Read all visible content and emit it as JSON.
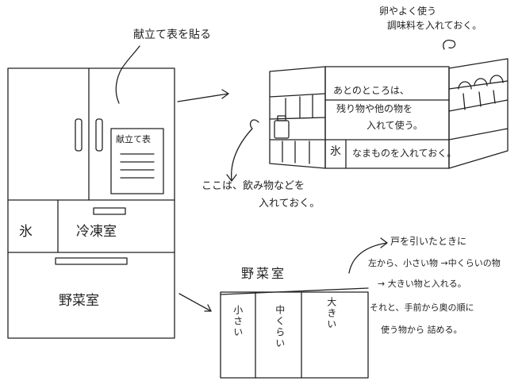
{
  "fridge": {
    "top_note": "献立て表を貼る",
    "menu_sheet_title": "献立て表",
    "ice_label": "氷",
    "freezer_label": "冷凍室",
    "vegetable_label": "野菜室"
  },
  "open_fridge": {
    "door_note_line1": "卵やよく使う",
    "door_note_line2": "調味料を入れておく。",
    "center_note_line1": "あとのところは、",
    "center_note_line2": "残り物や他の物を",
    "center_note_line3": "入れて使う。",
    "ice_label": "氷",
    "bottom_note": "なまものを入れておく。",
    "drinks_note_line1": "ここは、飲み物などを",
    "drinks_note_line2": "入れておく。"
  },
  "vegetable_drawer": {
    "title": "野菜室",
    "columns": [
      "小さい",
      "中くらい",
      "大きい"
    ],
    "note_line1": "戸を引いたときに",
    "note_line2": "左から、小さい物 →中くらいの物",
    "note_line3": "→ 大きい物と入れる。",
    "note_line4": "それと、手前から奥の順に",
    "note_line5": "使う物から 詰める。"
  }
}
